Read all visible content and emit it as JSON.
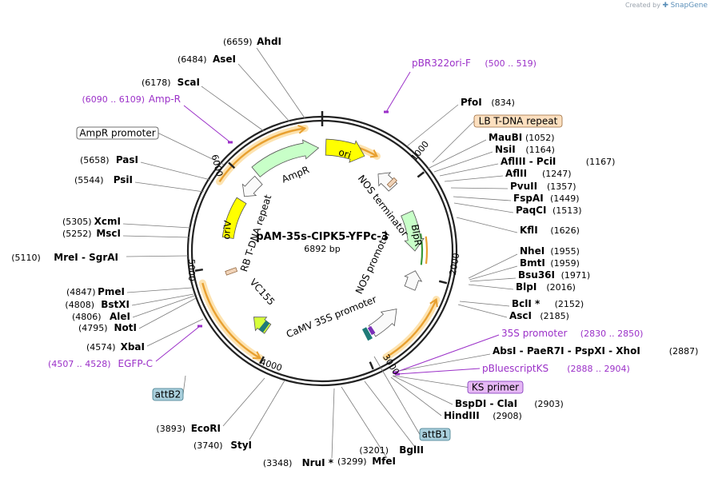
{
  "credit": {
    "text": "Created by",
    "brand": "SnapGene",
    "logo_icon": "snapgene-logo-icon"
  },
  "plasmid": {
    "name": "pAM-35s-CIPK5-YFPc-3",
    "size": "6892 bp"
  },
  "tick_labels": [
    "1000",
    "2000",
    "3000",
    "4000",
    "5000",
    "6000"
  ],
  "features": [
    {
      "key": "ori",
      "label": "ori"
    },
    {
      "key": "nos-terminator",
      "label": "NOS terminator"
    },
    {
      "key": "blpr",
      "label": "BlpR"
    },
    {
      "key": "nos-promoter",
      "label": "NOS promoter"
    },
    {
      "key": "camv-35s-promoter",
      "label": "CaMV 35S promoter"
    },
    {
      "key": "vc155",
      "label": "VC155"
    },
    {
      "key": "rb-t-dna-repeat",
      "label": "RB T-DNA repeat"
    },
    {
      "key": "oriv",
      "label": "oriV"
    },
    {
      "key": "ampr",
      "label": "AmpR"
    }
  ],
  "primers": [
    {
      "key": "pbr322ori-f",
      "name": "pBR322ori-F",
      "range": "(500 .. 519)"
    },
    {
      "key": "amp-r",
      "name": "Amp-R",
      "range": "(6090 .. 6109)"
    },
    {
      "key": "35s-promoter",
      "name": "35S promoter",
      "range": "(2830 .. 2850)"
    },
    {
      "key": "pbluescriptks",
      "name": "pBluescriptKS",
      "range": "(2888 .. 2904)"
    },
    {
      "key": "egfp-c",
      "name": "EGFP-C",
      "range": "(4507 .. 4528)"
    }
  ],
  "boxed_labels": [
    {
      "key": "lb-t-dna-repeat",
      "label": "LB T-DNA repeat"
    },
    {
      "key": "ampr-promoter",
      "label": "AmpR promoter"
    },
    {
      "key": "ks-primer",
      "label": "KS primer"
    },
    {
      "key": "attb1",
      "label": "attB1"
    },
    {
      "key": "attb2",
      "label": "attB2"
    }
  ],
  "sites": [
    {
      "key": "ahdi",
      "name": "AhdI",
      "pos": "(6659)"
    },
    {
      "key": "asei",
      "name": "AseI",
      "pos": "(6484)"
    },
    {
      "key": "scai",
      "name": "ScaI",
      "pos": "(6178)"
    },
    {
      "key": "pasi",
      "name": "PasI",
      "pos": "(5658)"
    },
    {
      "key": "psii",
      "name": "PsiI",
      "pos": "(5544)"
    },
    {
      "key": "xcmi",
      "name": "XcmI",
      "pos": "(5305)"
    },
    {
      "key": "msci",
      "name": "MscI",
      "pos": "(5252)"
    },
    {
      "key": "mrei",
      "name": "MreI - SgrAI",
      "pos": "(5110)"
    },
    {
      "key": "pmei",
      "name": "PmeI",
      "pos": "(4847)"
    },
    {
      "key": "bstxi",
      "name": "BstXI",
      "pos": "(4808)"
    },
    {
      "key": "alei",
      "name": "AleI",
      "pos": "(4806)"
    },
    {
      "key": "noti",
      "name": "NotI",
      "pos": "(4795)"
    },
    {
      "key": "xbai",
      "name": "XbaI",
      "pos": "(4574)"
    },
    {
      "key": "ecori",
      "name": "EcoRI",
      "pos": "(3893)"
    },
    {
      "key": "styi",
      "name": "StyI",
      "pos": "(3740)"
    },
    {
      "key": "nrui",
      "name": "NruI *",
      "pos": "(3348)"
    },
    {
      "key": "mfei",
      "name": "MfeI",
      "pos": "(3299)"
    },
    {
      "key": "bglii",
      "name": "BglII",
      "pos": "(3201)"
    },
    {
      "key": "pfoi",
      "name": "PfoI",
      "pos": "(834)"
    },
    {
      "key": "maubi",
      "name": "MauBI",
      "pos": "(1052)"
    },
    {
      "key": "nsii",
      "name": "NsiI",
      "pos": "(1164)"
    },
    {
      "key": "afliii",
      "name": "AflIII - PciI",
      "pos": "(1167)"
    },
    {
      "key": "aflii",
      "name": "AflII",
      "pos": "(1247)"
    },
    {
      "key": "pvuii",
      "name": "PvuII",
      "pos": "(1357)"
    },
    {
      "key": "fspai",
      "name": "FspAI",
      "pos": "(1449)"
    },
    {
      "key": "paqci",
      "name": "PaqCI",
      "pos": "(1513)"
    },
    {
      "key": "kfli",
      "name": "KflI",
      "pos": "(1626)"
    },
    {
      "key": "nhei",
      "name": "NheI",
      "pos": "(1955)"
    },
    {
      "key": "bmti",
      "name": "BmtI",
      "pos": "(1959)"
    },
    {
      "key": "bsu36i",
      "name": "Bsu36I",
      "pos": "(1971)"
    },
    {
      "key": "blpi",
      "name": "BlpI",
      "pos": "(2016)"
    },
    {
      "key": "bcli",
      "name": "BclI *",
      "pos": "(2152)"
    },
    {
      "key": "asci",
      "name": "AscI",
      "pos": "(2185)"
    },
    {
      "key": "absi",
      "name": "AbsI - PaeR7I - PspXI - XhoI",
      "pos": "(2887)"
    },
    {
      "key": "bspdi",
      "name": "BspDI - ClaI",
      "pos": "(2903)"
    },
    {
      "key": "hindiii",
      "name": "HindIII",
      "pos": "(2908)"
    }
  ],
  "colors": {
    "backbone": "#222222",
    "site_name": "#000000",
    "site_pos": "#000000",
    "primer": "#9b30c8",
    "feature_yellow": "#ffff00",
    "feature_green": "#c8ffc8",
    "feature_white": "#ffffff",
    "orange_arc": "#e8a030",
    "orange_glow": "#fde3b0",
    "lb_box": "#fde0c0",
    "ks_box": "#e6b8f5",
    "att_box": "#a9cfdc",
    "leader": "#7a7a7a",
    "teal": "#1f7a78"
  }
}
